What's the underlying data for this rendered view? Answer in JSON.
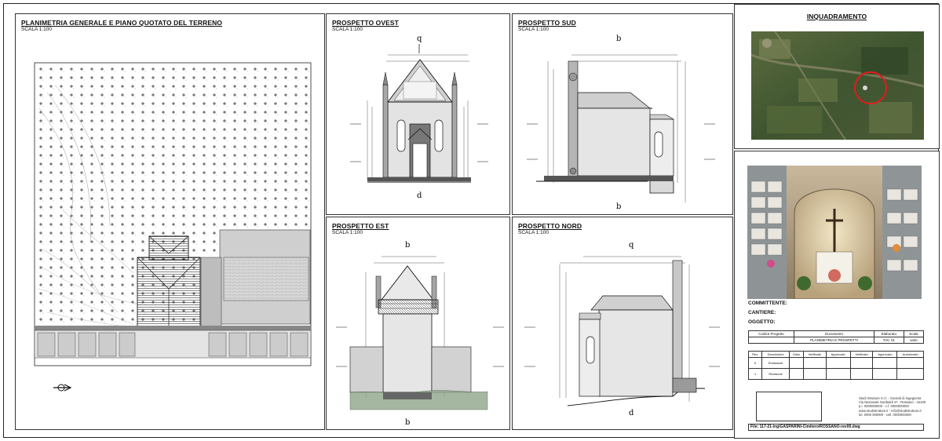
{
  "sheet": {
    "plan_panel": {
      "title": "PLANIMETRIA GENERALE E PIANO QUOTATO DEL TERRENO",
      "scale": "SCALA 1:100"
    },
    "west_panel": {
      "title": "PROSPETTO OVEST",
      "scale": "SCALA 1:100",
      "section_top": "q",
      "section_bottom": "d"
    },
    "south_panel": {
      "title": "PROSPETTO SUD",
      "scale": "SCALA 1:100",
      "section_top": "b",
      "section_bottom": "b"
    },
    "east_panel": {
      "title": "PROSPETTO EST",
      "scale": "SCALA 1:100",
      "section_top": "b",
      "section_bottom": "b"
    },
    "north_panel": {
      "title": "PROSPETTO NORD",
      "scale": "SCALA 1:100",
      "section_top": "q",
      "section_bottom": "d"
    },
    "location_panel": {
      "title": "INQUADRAMENTO"
    },
    "title_block": {
      "committente_label": "COMMITTENTE:",
      "cantiere_label": "CANTIERE:",
      "oggetto_label": "OGGETTO:",
      "header_cells": [
        "Codice Progetto",
        "Documento",
        "Elaborato",
        "Scala"
      ],
      "value_cells": [
        "",
        "PLANIMETRIA E PROSPETTI",
        "TAV. 01",
        "varie"
      ],
      "revision_headers": [
        "Rev.",
        "Descrizione",
        "Data",
        "Verificato",
        "Approvato",
        "Verificato",
        "Approvato",
        "Autorizzato"
      ],
      "revision_rows": [
        [
          "0",
          "Emissione",
          "",
          "",
          "",
          "",
          "",
          ""
        ],
        [
          "1",
          "Revisione",
          "",
          "",
          "",
          "",
          "",
          ""
        ]
      ],
      "filename": "File: 117-21-ing\\GASPARINI-Cimitero\\ROSSANO-rev00.dwg",
      "company_lines": [
        "Studi Strutture S.r.l. - Società di Ingegneria",
        "Via Nazionale Garibaldi 47 - Rossano - 44100",
        "p.i. 0000000000 - c.f. 0000000000",
        "www.studistrutture.it - info@studistrutture.it",
        "tel. 0000 000000 - cell. 0000000000"
      ]
    }
  }
}
